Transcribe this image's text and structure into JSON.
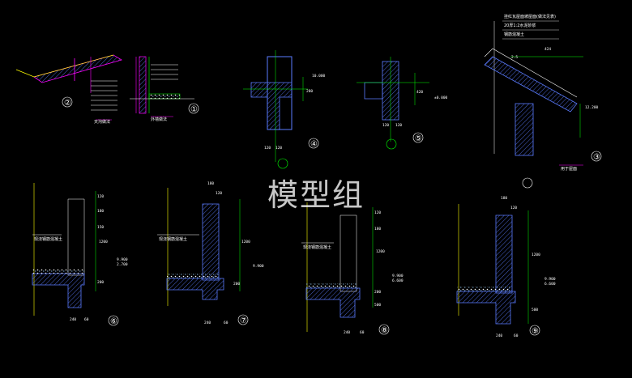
{
  "watermark": "模型组",
  "detail_numbers": [
    "①",
    "②",
    "③",
    "④",
    "⑤",
    "⑥",
    "⑦",
    "⑧",
    "⑨"
  ],
  "annotations": {
    "d3_title_line1": "挂红瓦屋面坡屋面(做法见表)",
    "d3_title_line2": "20厚1:2水泥砂浆",
    "d3_title_line3": "钢筋混凝土",
    "d3_slope": "2.5",
    "d3_width": "424",
    "d3_elev": "12.200",
    "d3_note": "用于屋面",
    "d6_label": "现浇钢筋混凝土",
    "d7_label": "现浇钢筋混凝土",
    "d8_label": "现浇钢筋混凝土",
    "d1_caption": "外墙做法",
    "d2_caption": "天沟做法"
  },
  "dims": {
    "d4": [
      "120",
      "120",
      "10.000",
      "280"
    ],
    "d5": [
      "120",
      "120",
      "420",
      "±0.000"
    ],
    "d6": [
      "120",
      "180",
      "150",
      "1200",
      "9.900",
      "2.700",
      "200",
      "240",
      "60"
    ],
    "d7": [
      "180",
      "120",
      "1200",
      "9.900",
      "200",
      "240",
      "60"
    ],
    "d8": [
      "120",
      "180",
      "1200",
      "9.900",
      "6.600",
      "200",
      "500",
      "240",
      "60"
    ],
    "d9": [
      "180",
      "120",
      "1200",
      "9.900",
      "6.600",
      "500",
      "240",
      "60"
    ]
  },
  "colors": {
    "background": "#000000",
    "dimension": "#00ff00",
    "wall": "#5a7bff",
    "magenta": "#ff00ff",
    "yellow": "#ffff00",
    "text": "#ffffff",
    "cyan": "#00ffff"
  }
}
